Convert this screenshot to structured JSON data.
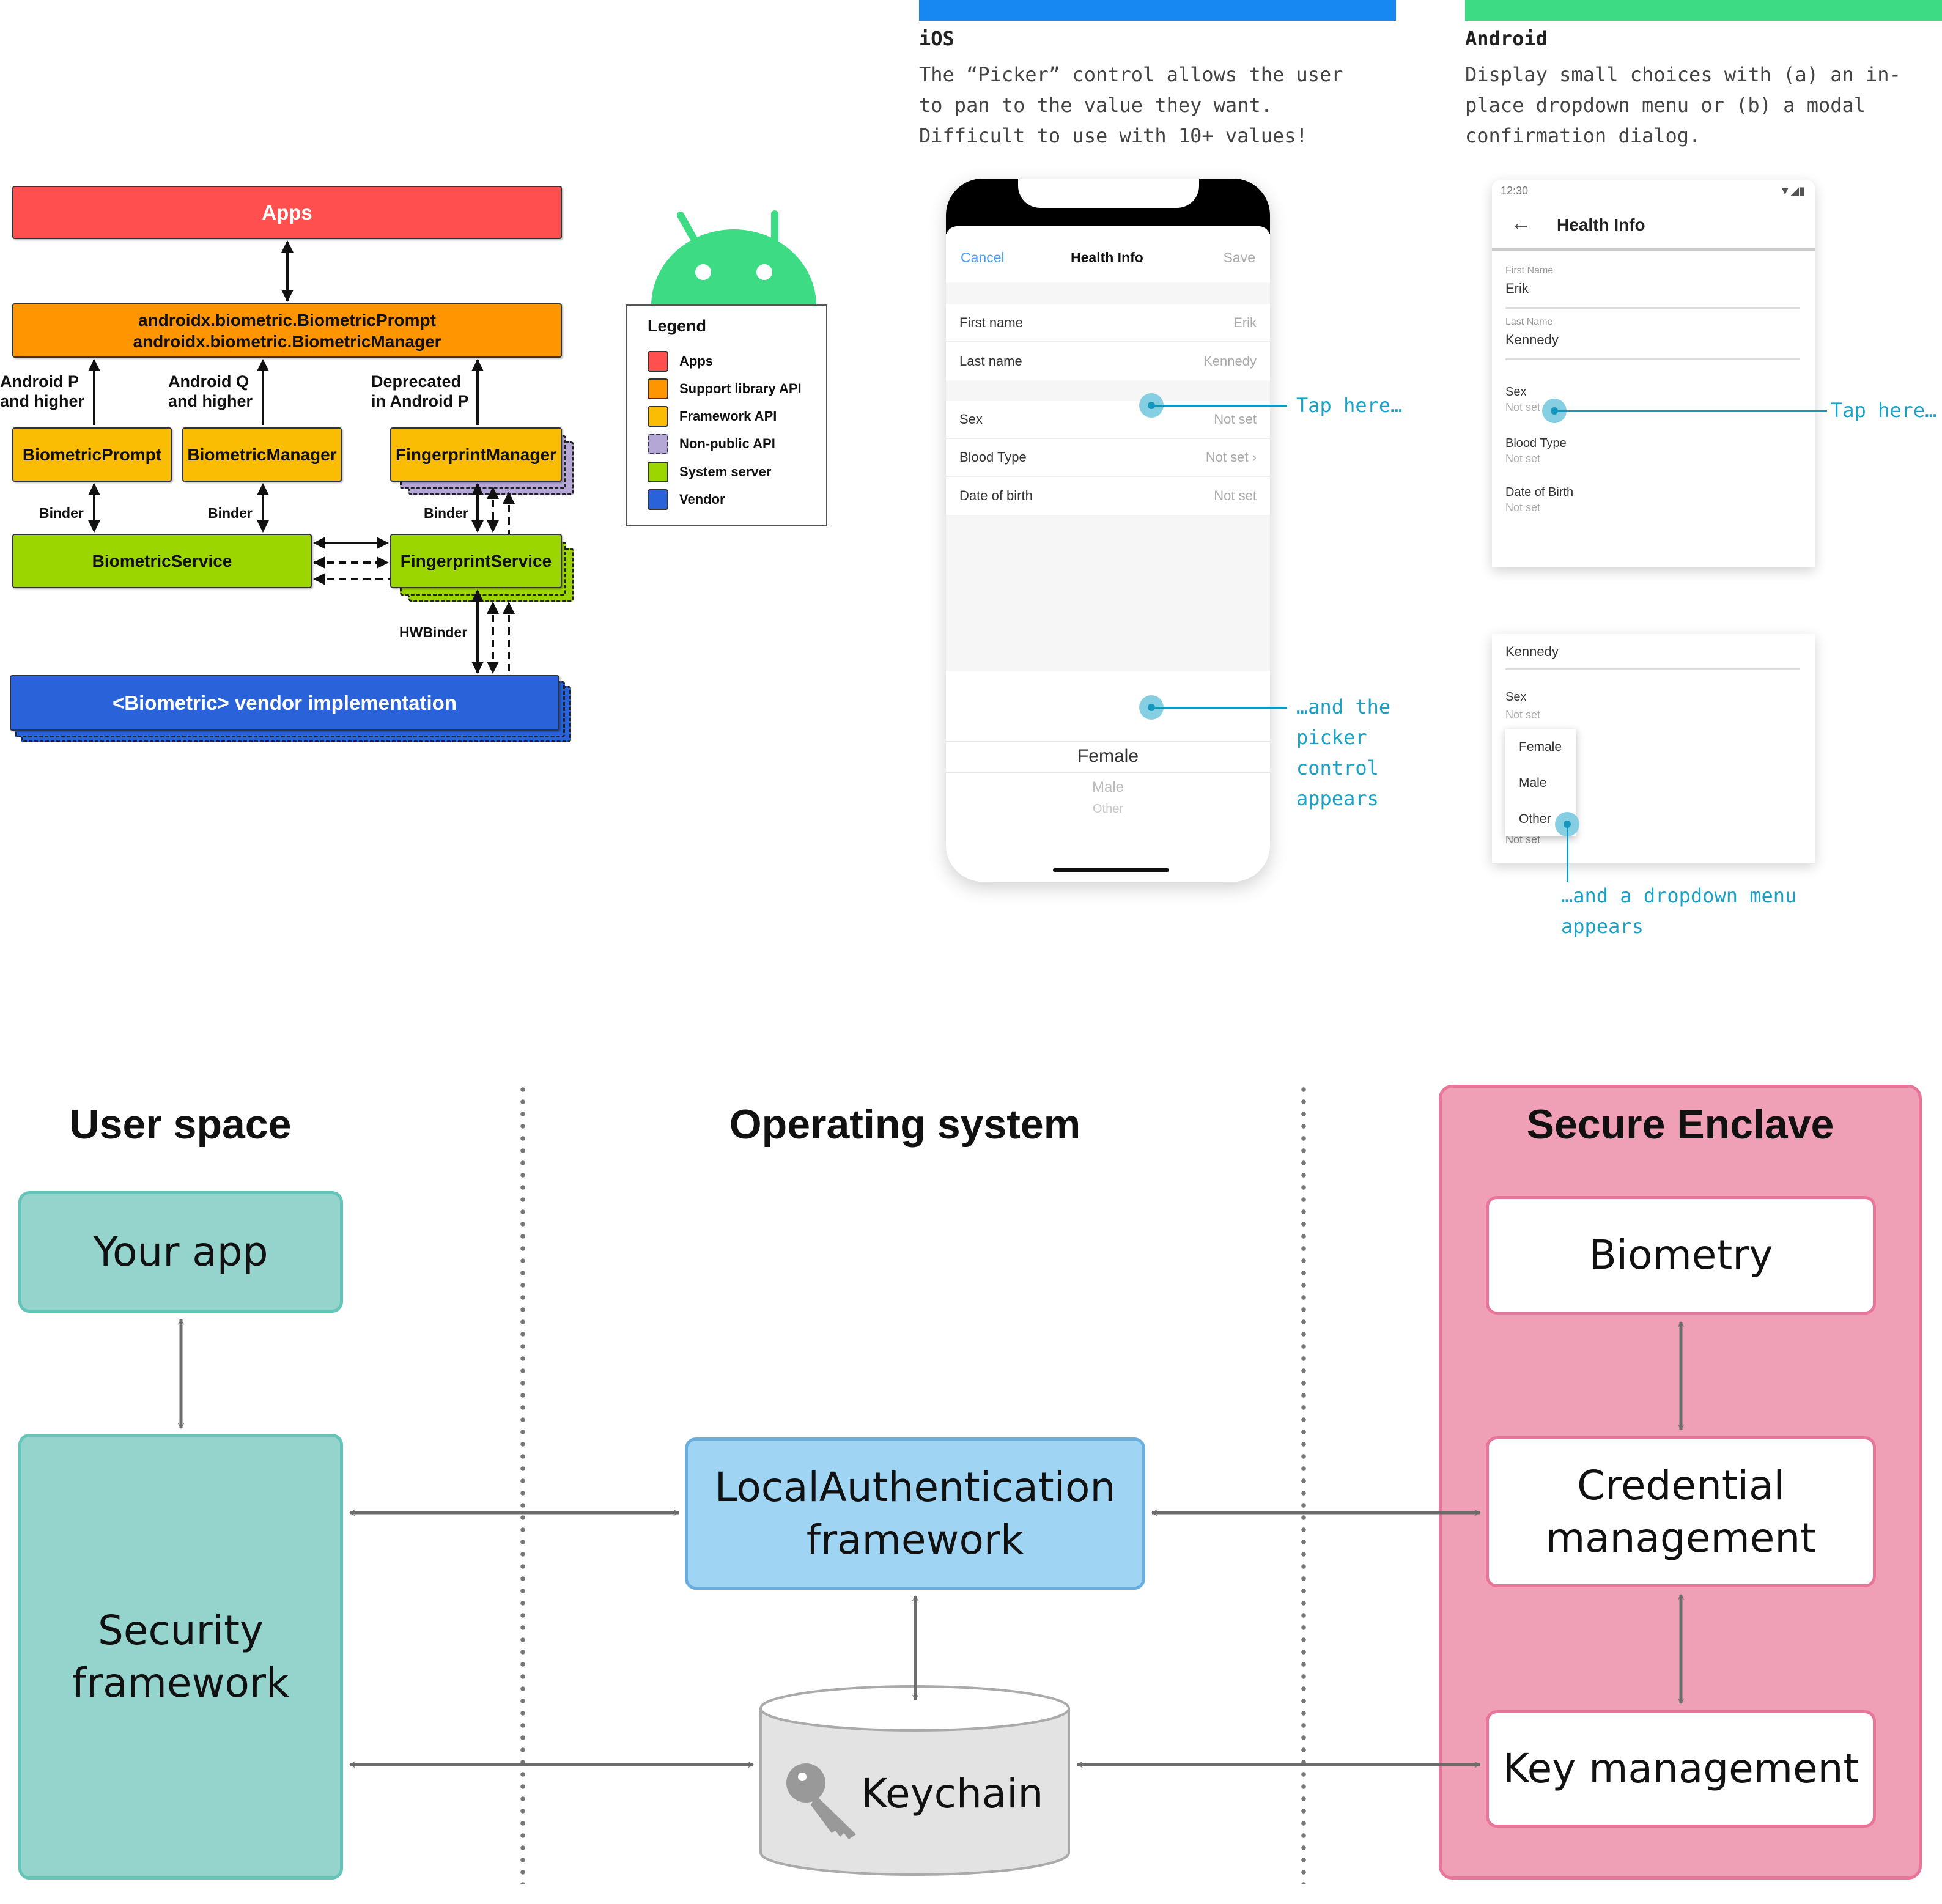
{
  "android_stack": {
    "apps": "Apps",
    "support_library": [
      "androidx.biometric.BiometricPrompt",
      "androidx.biometric.BiometricManager"
    ],
    "version_labels": [
      [
        "Android P",
        "and higher"
      ],
      [
        "Android Q",
        "and higher"
      ],
      [
        "Deprecated",
        "in Android P"
      ]
    ],
    "framework": [
      "BiometricPrompt",
      "BiometricManager",
      "FingerprintManager"
    ],
    "binder_labels": [
      "Binder",
      "Binder",
      "Binder"
    ],
    "system_server": [
      "BiometricService",
      "FingerprintService"
    ],
    "hwbinder_label": "HWBinder",
    "vendor": "<Biometric> vendor implementation",
    "colors": {
      "apps": "#ff4f4f",
      "support_library": "#ff9500",
      "framework": "#fbbc04",
      "non_public": "#b4a7d6",
      "system_server": "#9cd600",
      "vendor": "#2962d9",
      "android_green": "#3ddc84"
    }
  },
  "legend": {
    "title": "Legend",
    "items": [
      {
        "label": "Apps",
        "color": "#ff4f4f",
        "dashed": false
      },
      {
        "label": "Support library API",
        "color": "#ff9500",
        "dashed": false
      },
      {
        "label": "Framework API",
        "color": "#fbbc04",
        "dashed": false
      },
      {
        "label": "Non-public API",
        "color": "#b4a7d6",
        "dashed": true
      },
      {
        "label": "System server",
        "color": "#9cd600",
        "dashed": false
      },
      {
        "label": "Vendor",
        "color": "#2962d9",
        "dashed": false
      }
    ]
  },
  "picker_comparison": {
    "ios": {
      "accent": "#1787f2",
      "title": "iOS",
      "description": "The “Picker” control allows the user\nto pan to the value they want.\nDifficult to use with 10+ values!",
      "screen": {
        "cancel": "Cancel",
        "title": "Health Info",
        "save": "Save",
        "rows": [
          {
            "label": "First name",
            "value": "Erik"
          },
          {
            "label": "Last name",
            "value": "Kennedy"
          },
          {
            "label": "Sex",
            "value": "Not set"
          },
          {
            "label": "Blood Type",
            "value": "Not set  ›"
          },
          {
            "label": "Date of birth",
            "value": "Not set"
          }
        ],
        "picker_options": [
          "Female",
          "Male",
          "Other"
        ],
        "picker_selected": "Female"
      },
      "callout_tap": "Tap here…",
      "callout_picker": "…and the\npicker\ncontrol\nappears"
    },
    "android": {
      "accent": "#3ddc84",
      "title": "Android",
      "description": "Display small choices with (a) an in-\nplace dropdown menu or (b) a modal\nconfirmation dialog.",
      "screen": {
        "time": "12:30",
        "title": "Health Info",
        "fields": [
          {
            "label": "First Name",
            "value": "Erik"
          },
          {
            "label": "Last Name",
            "value": "Kennedy"
          }
        ],
        "items": [
          {
            "label": "Sex",
            "value": "Not set"
          },
          {
            "label": "Blood Type",
            "value": "Not set"
          },
          {
            "label": "Date of Birth",
            "value": "Not set"
          }
        ]
      },
      "screen2": {
        "last_name_value": "Kennedy",
        "sex_label": "Sex",
        "sex_value": "Not set",
        "under_value": "Not set",
        "dropdown_options": [
          "Female",
          "Male",
          "Other"
        ]
      },
      "callout_tap": "Tap here…",
      "callout_dropdown": "…and a dropdown menu\nappears"
    }
  },
  "apple_diagram": {
    "columns": [
      "User space",
      "Operating system",
      "Secure Enclave"
    ],
    "your_app": "Your app",
    "security_framework": "Security\nframework",
    "local_auth": "LocalAuthentication\nframework",
    "keychain": "Keychain",
    "biometry": "Biometry",
    "credential_management": "Credential\nmanagement",
    "key_management": "Key management",
    "colors": {
      "user_space": "#94d4cc",
      "user_space_border": "#63c4b8",
      "os": "#9fd5f3",
      "os_border": "#6aaee0",
      "keychain": "#e3e3e3",
      "enclave": "#f0a0b6",
      "enclave_border": "#e8769a",
      "arrow": "#6b6b6b"
    }
  }
}
